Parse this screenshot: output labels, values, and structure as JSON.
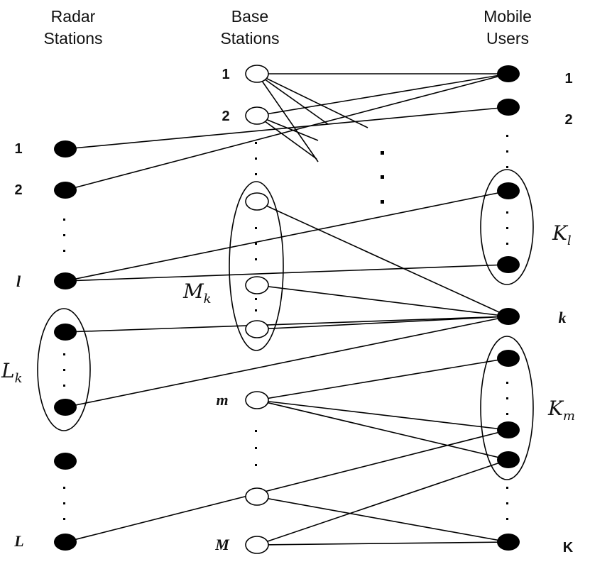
{
  "headers": {
    "radar": [
      "Radar",
      "Stations"
    ],
    "base": [
      "Base",
      "Stations"
    ],
    "mobile": [
      "Mobile",
      "Users"
    ]
  },
  "labels": {
    "radar": {
      "r1": "1",
      "r2": "2",
      "rl": "l",
      "rL": "L"
    },
    "base": {
      "b1": "1",
      "b2": "2",
      "bm": "m",
      "bM": "M"
    },
    "mobile": {
      "u1": "1",
      "u2": "2",
      "uk": "k",
      "uK": "K"
    }
  },
  "groups": {
    "Lk": {
      "main": "L",
      "sub": "k"
    },
    "Mk": {
      "main": "M",
      "sub": "k"
    },
    "Kl": {
      "main": "K",
      "sub": "l"
    },
    "Km": {
      "main": "K",
      "sub": "m"
    }
  }
}
